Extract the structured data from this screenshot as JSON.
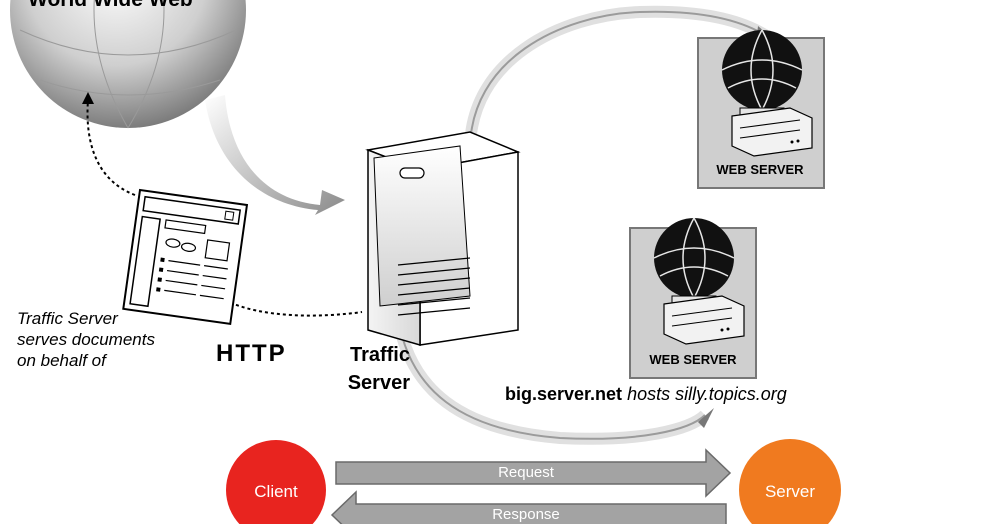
{
  "diagram": {
    "world_label": "World Wide Web",
    "caption_lines": [
      "Traffic Server",
      "serves documents",
      "on behalf of"
    ],
    "http_label": "HTTP",
    "traffic_server_lines": [
      "Traffic",
      "Server"
    ],
    "web_server_1_label": "WEB SERVER",
    "web_server_2_label": "WEB SERVER",
    "host_bold": "big.server.net",
    "host_italic": "hosts silly.topics.org",
    "client_label": "Client",
    "server_label": "Server",
    "request_label": "Request",
    "response_label": "Response",
    "colors": {
      "client": "#e8241f",
      "server": "#f07a1f",
      "arrow": "#a3a3a3"
    }
  }
}
